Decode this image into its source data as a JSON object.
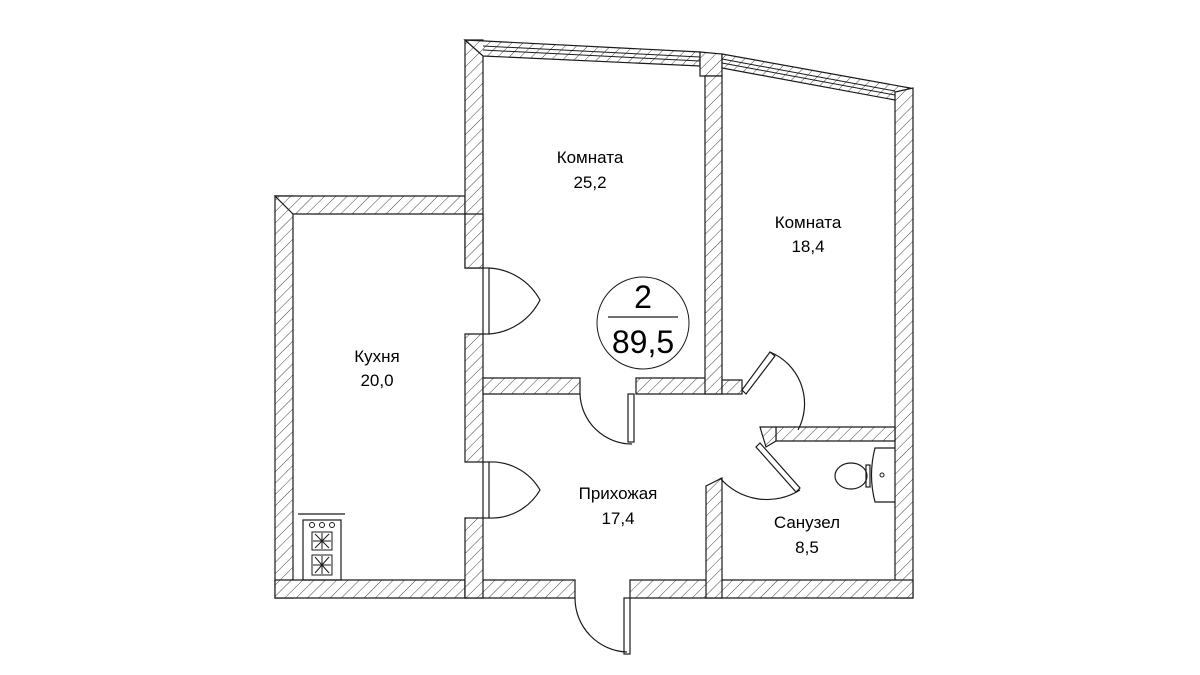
{
  "apartment": {
    "rooms_count": "2",
    "total_area": "89,5"
  },
  "rooms": [
    {
      "name": "Комната",
      "area": "25,2"
    },
    {
      "name": "Комната",
      "area": "18,4"
    },
    {
      "name": "Кухня",
      "area": "20,0"
    },
    {
      "name": "Прихожая",
      "area": "17,4"
    },
    {
      "name": "Санузел",
      "area": "8,5"
    }
  ],
  "colors": {
    "line": "#1a1a1a",
    "background": "#ffffff"
  }
}
